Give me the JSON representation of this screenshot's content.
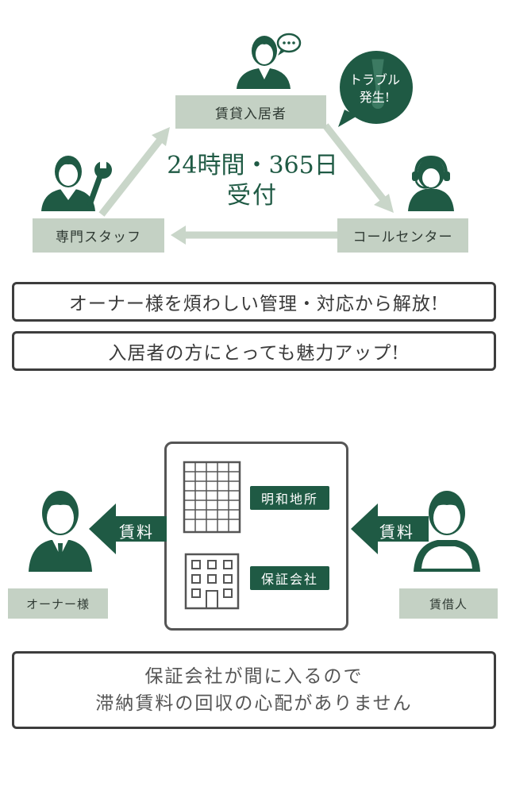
{
  "flow": {
    "tenant": "賃貸入居者",
    "staff": "専門スタッフ",
    "call_center": "コールセンター",
    "trouble_line1": "トラブル",
    "trouble_line2": "発生!",
    "reception_line1": "24時間・365日",
    "reception_line2": "受付"
  },
  "benefits": [
    "オーナー様を煩わしい管理・対応から解放!",
    "入居者の方にとっても魅力アップ!"
  ],
  "guarantee": {
    "company1": "明和地所",
    "company2": "保証会社",
    "rent_left": "賃料",
    "rent_right": "賃料",
    "owner": "オーナー様",
    "renter": "賃借人",
    "message_line1": "保証会社が間に入るので",
    "message_line2": "滞納賃料の回収の心配がありません"
  },
  "colors": {
    "dark_green": "#1f5a44",
    "light_green": "#c4d1c4",
    "arrow_green": "#c9d6c9"
  }
}
